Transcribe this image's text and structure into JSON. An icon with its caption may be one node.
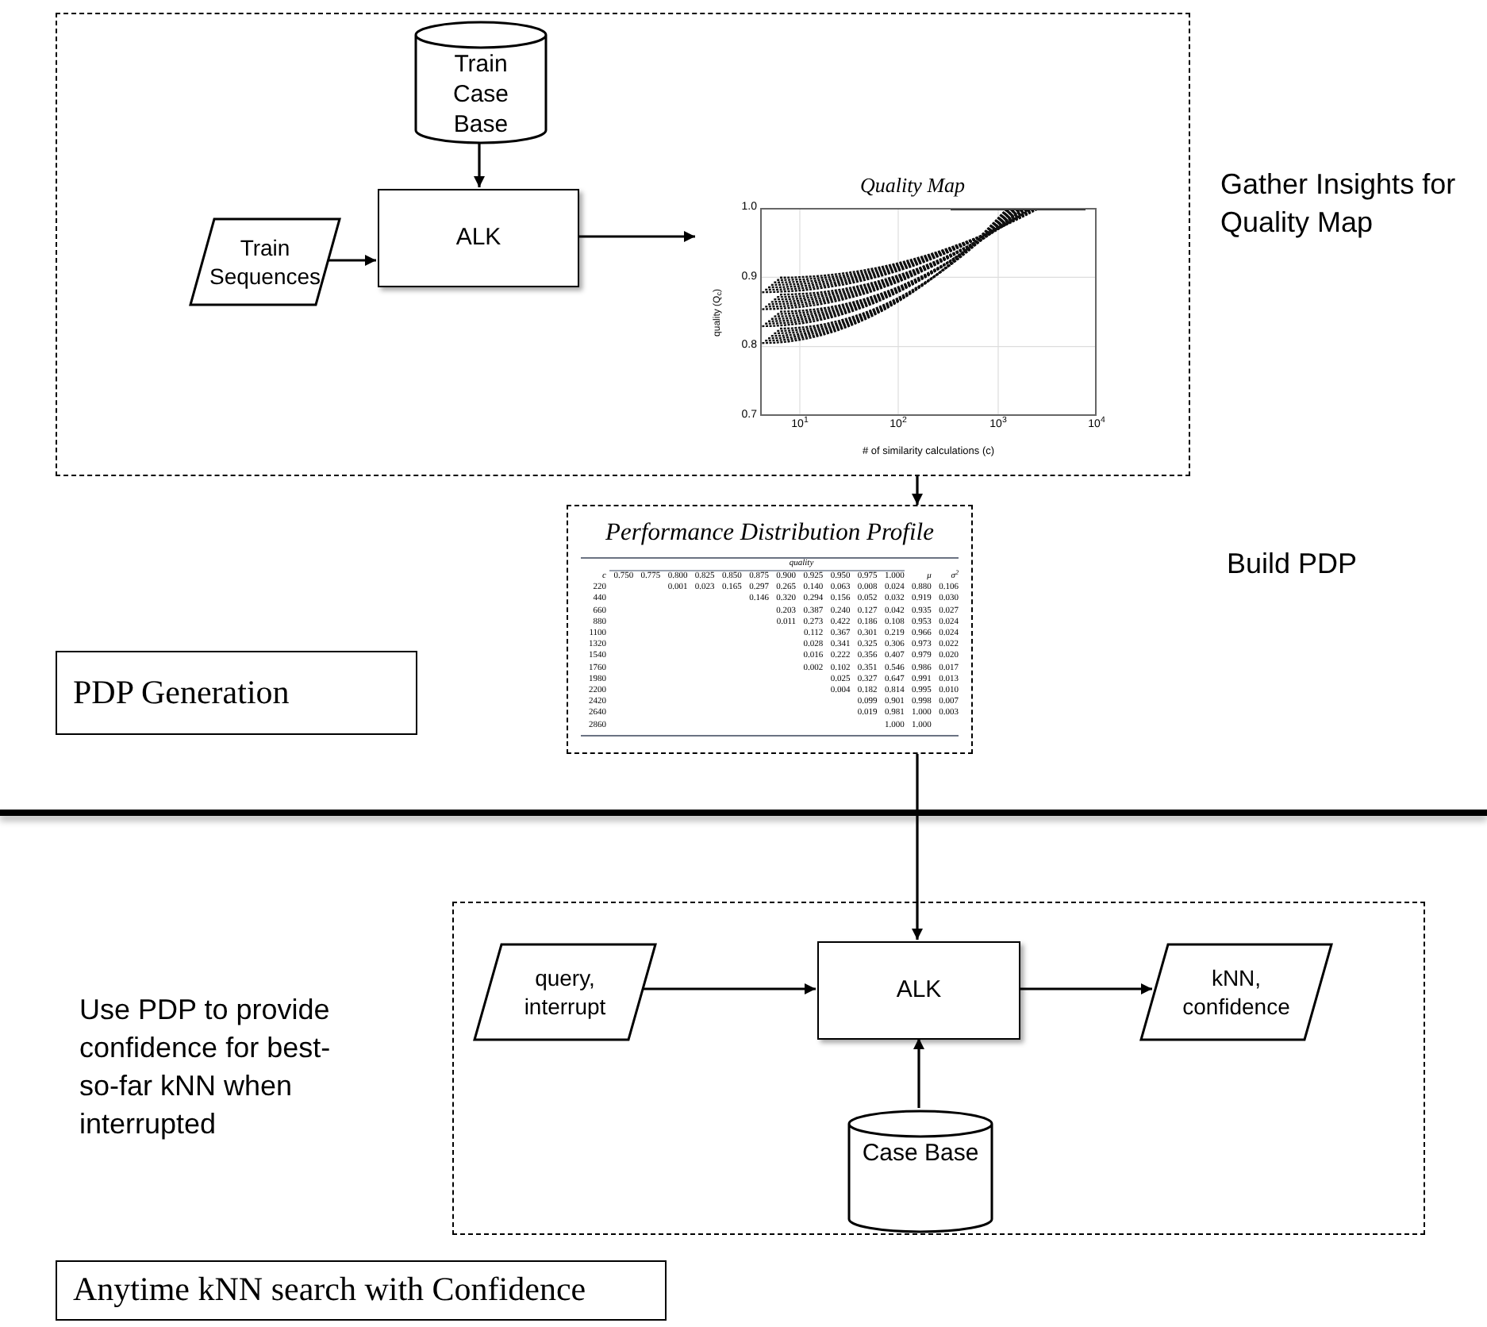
{
  "diagram": {
    "nodes": [
      {
        "text": [
          "Gather Insights for Quality Map"
        ]
      },
      {
        "text": [
          "Train Case Base"
        ],
        "in": 0
      },
      {
        "text": [
          "Train Sequences"
        ],
        "in": 0
      },
      {
        "text": [
          "ALK"
        ],
        "in": 0
      },
      {
        "text": [
          "Quality Map",
          "1.0",
          "0.9",
          "0.8",
          "0.7",
          "10$^{1}$",
          "10$^{2}$",
          "10$^{3}$",
          "10$^{4}$",
          "quality (Q$_{c}$)",
          "# of similarity calculations (c)"
        ],
        "in": 0
      },
      {
        "text": [
          "Performance Distribution Profile",
          "quality",
          "c",
          "0.750",
          "0.775",
          "0.800",
          "0.825",
          "0.850",
          "0.875",
          "0.900",
          "0.925",
          "0.950",
          "0.975",
          "1.000",
          "μ",
          "σ$^{2}$",
          "220",
          "0.001",
          "0.023",
          "0.165",
          "0.297",
          "0.265",
          "0.140",
          "0.063",
          "0.008",
          "0.024",
          "0.880",
          "0.106",
          "440",
          "0.146",
          "0.320",
          "0.294",
          "0.156",
          "0.052",
          "0.032",
          "0.919",
          "0.030",
          "660",
          "0.203",
          "0.387",
          "0.240",
          "0.127",
          "0.042",
          "0.935",
          "0.027",
          "880",
          "0.011",
          "0.273",
          "0.422",
          "0.186",
          "0.108",
          "0.953",
          "0.024",
          "1100",
          "0.112",
          "0.367",
          "0.301",
          "0.219",
          "0.966",
          "0.024",
          "1320",
          "0.028",
          "0.341",
          "0.325",
          "0.306",
          "0.973",
          "0.022",
          "1540",
          "0.016",
          "0.222",
          "0.356",
          "0.407",
          "0.979",
          "0.020",
          "1760",
          "0.002",
          "0.102",
          "0.351",
          "0.546",
          "0.986",
          "0.017",
          "1980",
          "0.025",
          "0.327",
          "0.647",
          "0.991",
          "0.013",
          "2200",
          "0.004",
          "0.182",
          "0.814",
          "0.995",
          "0.010",
          "2420",
          "0.099",
          "0.901",
          "0.998",
          "0.007",
          "2640",
          "0.019",
          "0.981",
          "1.000",
          "0.003",
          "2860",
          "1.000",
          "1.000"
        ]
      },
      {
        "text": [
          "PDP Generation"
        ]
      },
      {
        "text": [],
        "shape": "box"
      },
      {
        "text": [
          "query, interrupt"
        ],
        "in": 7
      },
      {
        "text": [
          "ALK"
        ],
        "in": 7
      },
      {
        "text": [
          "kNN, confidence"
        ],
        "in": 7
      },
      {
        "text": [
          "Case Base"
        ],
        "in": 7
      },
      {
        "text": [
          "Anytime kNN search with Confidence"
        ]
      }
    ],
    "labels": [
      "Build PDP",
      "Use PDP to provide confidence for best-so-far kNN when interrupted"
    ],
    "edges": [
      {
        "from": 1,
        "to": 3,
        "arrow": "to"
      },
      {
        "from": 2,
        "to": 3,
        "arrow": "to"
      },
      {
        "from": 3,
        "to": 4,
        "arrow": "to"
      },
      {
        "from": 0,
        "to": 5,
        "arrow": "to"
      },
      {
        "from": 5,
        "to": 9,
        "arrow": "to"
      },
      {
        "from": 8,
        "to": 9,
        "arrow": "to"
      },
      {
        "from": 9,
        "to": 10,
        "arrow": "to"
      },
      {
        "from": 11,
        "to": 9,
        "arrow": "to"
      }
    ]
  }
}
